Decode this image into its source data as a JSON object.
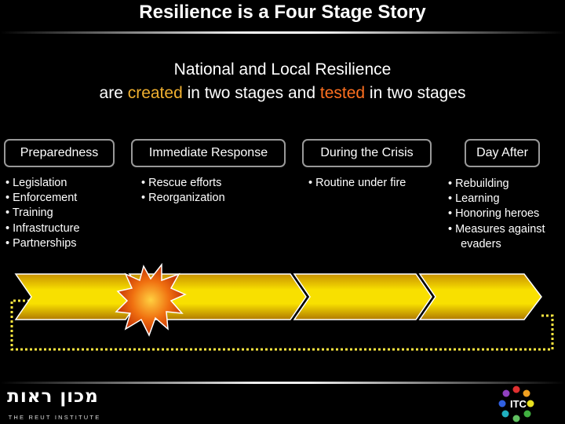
{
  "slide": {
    "title": "Resilience is a Four Stage Story",
    "subtitle_line1": "National and Local Resilience",
    "subtitle_pre": "are ",
    "subtitle_created": "created",
    "subtitle_mid": " in two stages and ",
    "subtitle_tested": "tested",
    "subtitle_post": " in two stages"
  },
  "stages": [
    {
      "label": "Preparedness",
      "bullets": [
        "• Legislation",
        "• Enforcement",
        "• Training",
        "• Infrastructure",
        "• Partnerships"
      ]
    },
    {
      "label": "Immediate Response",
      "bullets": [
        "• Rescue efforts",
        "• Reorganization"
      ]
    },
    {
      "label": "During the Crisis",
      "bullets": [
        "• Routine under fire"
      ]
    },
    {
      "label": "Day After",
      "bullets": [
        "• Rebuilding",
        "• Learning",
        "• Honoring heroes",
        "• Measures against",
        "    evaders"
      ]
    }
  ],
  "logo": {
    "hebrew": "מכון ראות",
    "english": "THE REUT INSTITUTE"
  },
  "itc": {
    "label": "ITC"
  },
  "colors": {
    "created": "#f0b030",
    "tested": "#ff7020",
    "arrow_yellow": "#f2d000",
    "loop": "#ffe840"
  }
}
